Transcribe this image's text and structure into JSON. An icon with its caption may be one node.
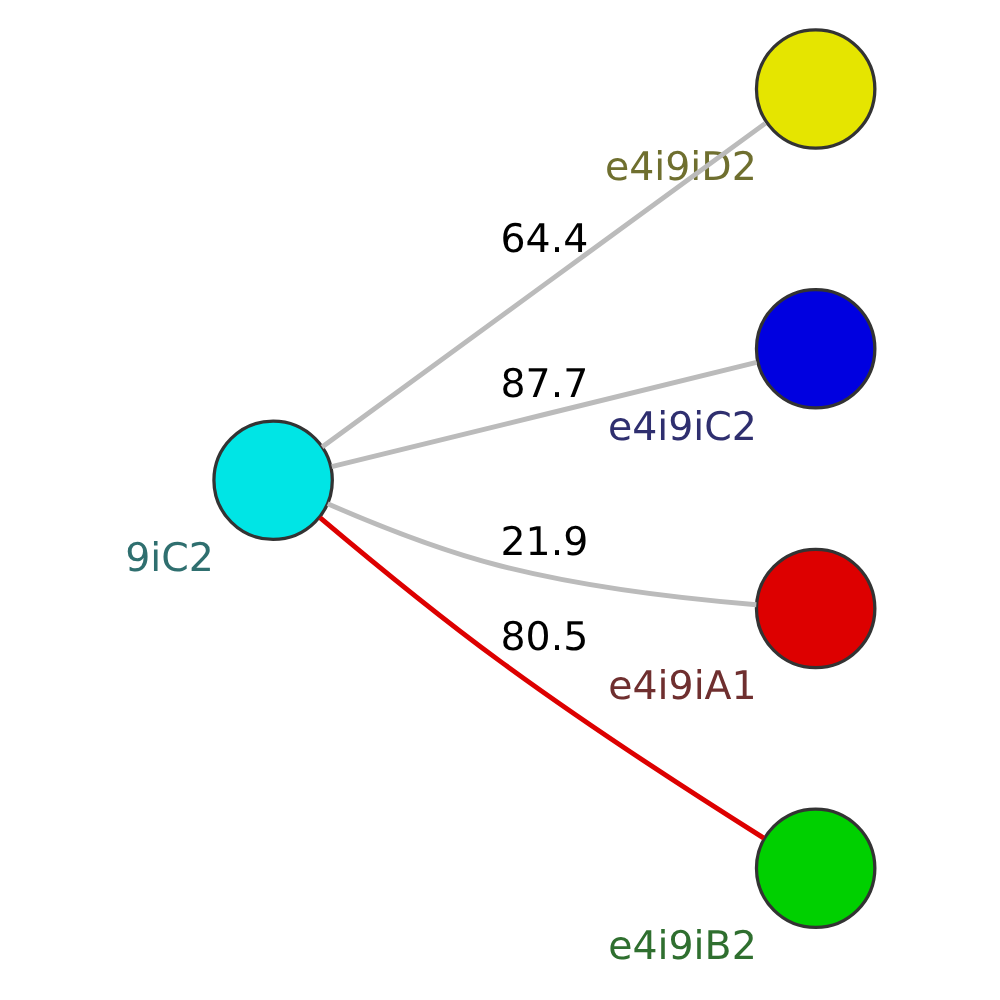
{
  "diagram": {
    "nodes": [
      {
        "text": [],
        "shape": "circle",
        "beside": [
          "9iC2"
        ]
      },
      {
        "text": [],
        "shape": "circle",
        "beside": [
          "e4i9iD2"
        ]
      },
      {
        "text": [],
        "shape": "circle",
        "beside": [
          "e4i9iC2"
        ]
      },
      {
        "text": [],
        "shape": "circle",
        "beside": [
          "e4i9iA1"
        ]
      },
      {
        "text": [],
        "shape": "circle",
        "beside": [
          "e4i9iB2"
        ]
      }
    ],
    "edges": [
      {
        "from": 0,
        "to": 1,
        "arrow": "none",
        "label": "64.4"
      },
      {
        "from": 0,
        "to": 2,
        "arrow": "none",
        "label": "87.7"
      },
      {
        "from": 0,
        "to": 3,
        "arrow": "none",
        "label": "21.9"
      },
      {
        "from": 0,
        "to": 4,
        "arrow": "none",
        "label": "80.5",
        "color": "#dd0000"
      }
    ]
  }
}
